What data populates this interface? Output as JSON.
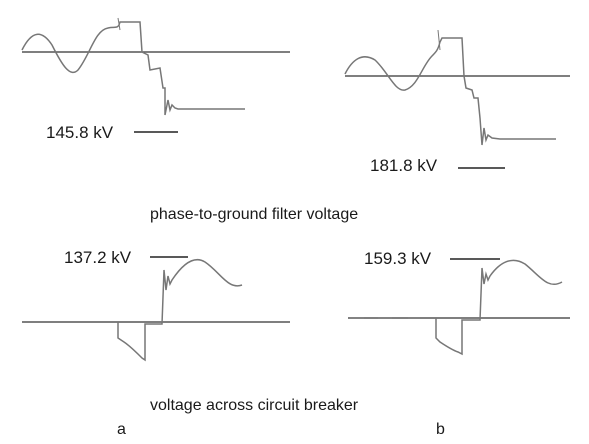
{
  "annotations": {
    "top_left": "145.8 kV",
    "top_right": "181.8 kV",
    "bottom_left": "137.2 kV",
    "bottom_right": "159.3 kV"
  },
  "captions": {
    "top": "phase-to-ground filter voltage",
    "bottom": "voltage across circuit breaker"
  },
  "panels": {
    "left": "a",
    "right": "b"
  },
  "colors": {
    "waveform": "#777777",
    "axis": "#555555",
    "marker": "#222222",
    "text": "#1a1a1a"
  }
}
